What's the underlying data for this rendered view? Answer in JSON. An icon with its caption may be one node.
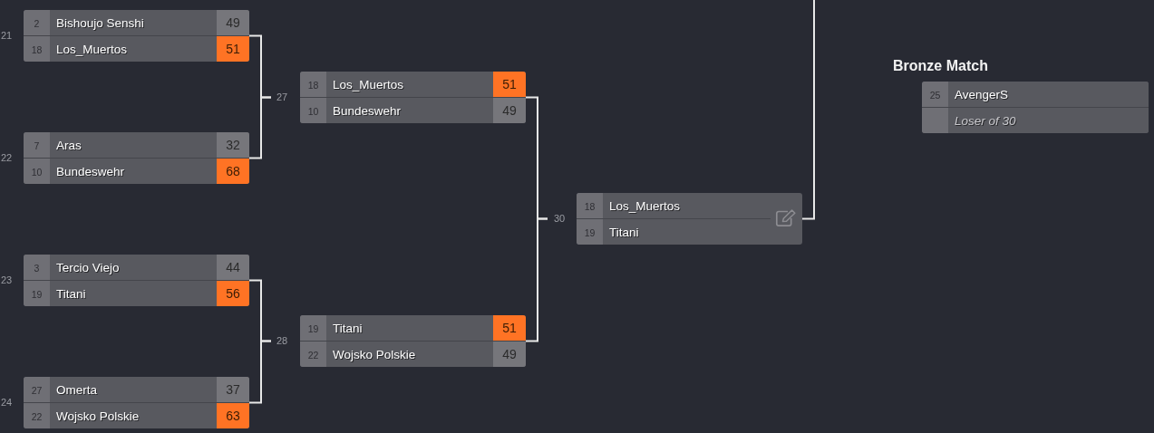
{
  "diagram": {
    "nodes": [
      {
        "text": [],
        "shape": "box",
        "beside": [
          "21"
        ]
      },
      {
        "text": [
          "2",
          "Bishoujo Senshi",
          "49"
        ],
        "in": 0
      },
      {
        "text": [
          "18",
          "Los_Muertos",
          "51"
        ],
        "in": 0
      },
      {
        "text": [],
        "shape": "box",
        "beside": [
          "22"
        ]
      },
      {
        "text": [
          "7",
          "Aras",
          "32"
        ],
        "in": 3
      },
      {
        "text": [
          "10",
          "Bundeswehr",
          "68"
        ],
        "in": 3
      },
      {
        "text": [],
        "shape": "box",
        "beside": [
          "23"
        ]
      },
      {
        "text": [
          "3",
          "Tercio Viejo",
          "44"
        ],
        "in": 6
      },
      {
        "text": [
          "19",
          "Titani",
          "56"
        ],
        "in": 6
      },
      {
        "text": [],
        "shape": "box",
        "beside": [
          "24"
        ]
      },
      {
        "text": [
          "27",
          "Omerta",
          "37"
        ],
        "in": 9
      },
      {
        "text": [
          "22",
          "Wojsko Polskie",
          "63"
        ],
        "in": 9
      },
      {
        "text": [],
        "shape": "box",
        "beside": [
          "27"
        ]
      },
      {
        "text": [
          "18",
          "Los_Muertos",
          "51"
        ],
        "in": 12
      },
      {
        "text": [
          "10",
          "Bundeswehr",
          "49"
        ],
        "in": 12
      },
      {
        "text": [],
        "shape": "box",
        "beside": [
          "28"
        ]
      },
      {
        "text": [
          "19",
          "Titani",
          "51"
        ],
        "in": 15
      },
      {
        "text": [
          "22",
          "Wojsko Polskie",
          "49"
        ],
        "in": 15
      },
      {
        "text": [],
        "shape": "box",
        "beside": [
          "30"
        ]
      },
      {
        "text": [
          "18",
          "Los_Muertos"
        ],
        "in": 18
      },
      {
        "text": [
          "19",
          "Titani"
        ],
        "in": 18
      },
      {
        "text": [
          "Bronze Match"
        ]
      },
      {
        "text": [
          "25",
          "AvengerS"
        ],
        "in": 21
      },
      {
        "text": [
          "Loser of 30"
        ],
        "in": 21
      }
    ],
    "edges": [
      {
        "from": 0,
        "to": 12,
        "arrow": "none"
      },
      {
        "from": 3,
        "to": 12,
        "arrow": "none"
      },
      {
        "from": 6,
        "to": 15,
        "arrow": "none"
      },
      {
        "from": 9,
        "to": 15,
        "arrow": "none"
      },
      {
        "from": 12,
        "to": 18,
        "arrow": "none"
      },
      {
        "from": 15,
        "to": 18,
        "arrow": "none"
      },
      {
        "from": 18,
        "to": null,
        "arrow": "none"
      }
    ]
  }
}
